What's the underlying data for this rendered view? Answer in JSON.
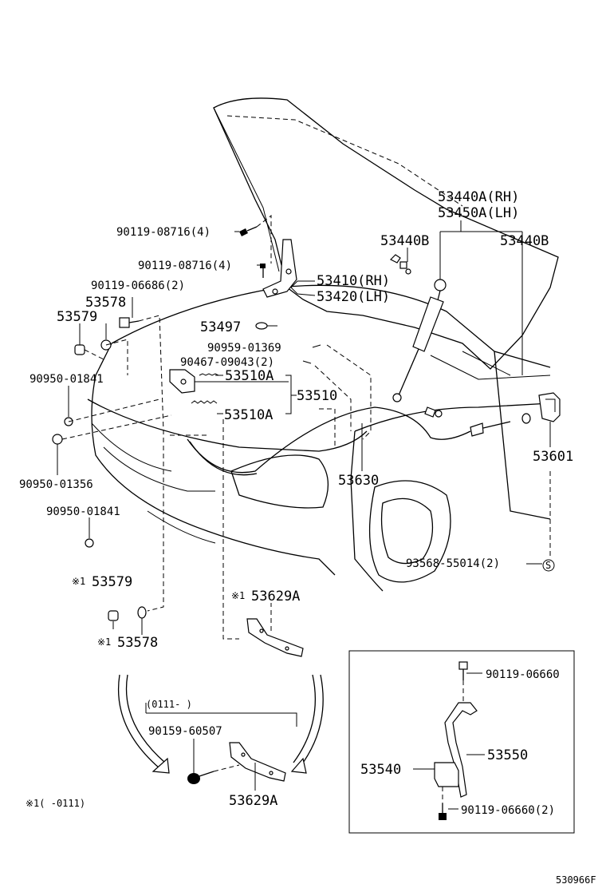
{
  "labels": {
    "p53440a_rh": "53440A(RH)",
    "p53450a_lh": "53450A(LH)",
    "p53440b_left": "53440B",
    "p53440b_right": "53440B",
    "p90119_08716_a": "90119-08716(4)",
    "p90119_08716_b": "90119-08716(4)",
    "p53410_rh": "53410(RH)",
    "p53420_lh": "53420(LH)",
    "p90119_06686": "90119-06686(2)",
    "p53578_top": "53578",
    "p53579_top": "53579",
    "p53497": "53497",
    "p90959_01369": "90959-01369",
    "p90467_09043": "90467-09043(2)",
    "p53510a_top": "53510A",
    "p53510": "53510",
    "p53510a_bottom": "53510A",
    "p90950_01841_a": "90950-01841",
    "p90950_01356": "90950-01356",
    "p90950_01841_b": "90950-01841",
    "p53630": "53630",
    "p53601": "53601",
    "p93568_55014": "93568-55014(2)",
    "p53579_bottom": "53579",
    "p53578_bottom": "53578",
    "p53629a_top": "53629A",
    "p0111_range": "(0111-     )",
    "p90159_60507": "90159-60507",
    "p53629a_bottom": "53629A",
    "note_range": "※1(    -0111)",
    "p90119_06660_a": "90119-06660",
    "p53550": "53550",
    "p53540": "53540",
    "p90119_06660_b": "90119-06660(2)",
    "diagram_id": "530966F"
  },
  "marks": {
    "asterisk": "※1",
    "s_circle": "S"
  }
}
